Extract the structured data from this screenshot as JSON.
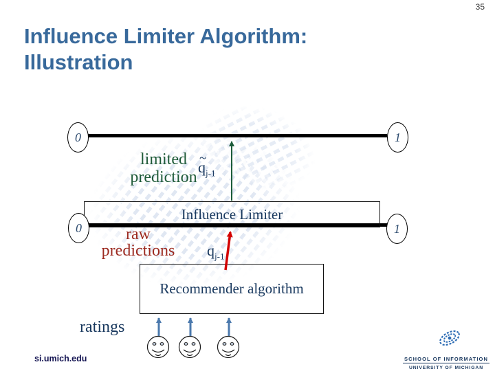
{
  "slide": {
    "page_number": "35",
    "title_line1": "Influence Limiter Algorithm:",
    "title_line2": "Illustration",
    "footer_left": "si.umich.edu",
    "footer_school": "SCHOOL OF INFORMATION",
    "footer_university": "UNIVERSITY OF MICHIGAN"
  },
  "diagram": {
    "limited_line": {
      "left_end": "0",
      "right_end": "1"
    },
    "limited_label_line1": "limited",
    "limited_label_line2": "prediction",
    "limited_q": {
      "tilde": "~",
      "base": "q",
      "sub": "j-1"
    },
    "influence_box_label": "Influence Limiter",
    "raw_line": {
      "left_end": "0",
      "right_end": "1"
    },
    "raw_label_line1": "raw",
    "raw_label_line2": "predictions",
    "raw_q": {
      "base": "q",
      "sub": "j-1"
    },
    "recommender_box_label": "Recommender algorithm",
    "ratings_label": "ratings",
    "smiley_count": "3"
  },
  "colors": {
    "title_blue": "#38699b",
    "navy_text": "#17375d",
    "green_text": "#1e5a38",
    "dark_red_text": "#9c2a20",
    "red_arrow": "#d40000",
    "blue_arrow": "#4b79ad",
    "line_black": "#000000",
    "watermark_blue": "#c6d3e8",
    "footer_navy": "#17365d"
  },
  "icons": {
    "smiley_face": "smiley-face-icon",
    "galaxy_logo": "galaxy-logo-icon",
    "arrow_up": "arrow-up-icon"
  }
}
